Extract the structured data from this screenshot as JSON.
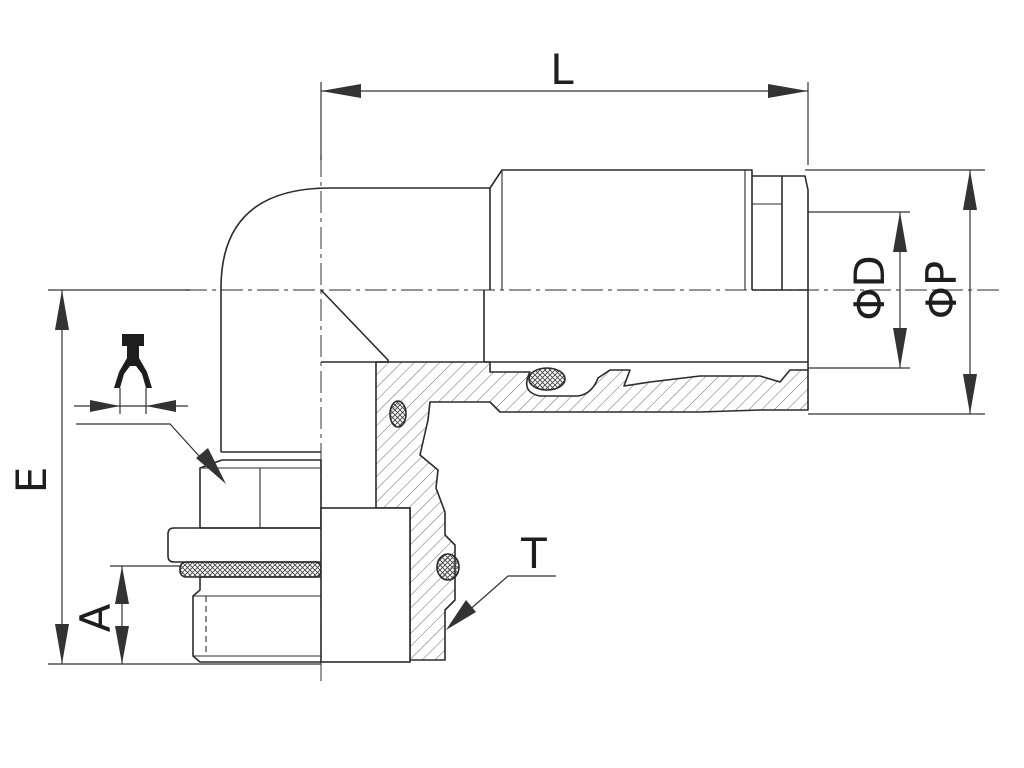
{
  "labels": {
    "length": "L",
    "height": "E",
    "thread_length": "A",
    "thread": "T",
    "inner_diameter": "ΦD",
    "outer_diameter": "ΦP"
  },
  "icons": {
    "wrench": "wrench-icon"
  },
  "colors": {
    "line": "#2b2b2b",
    "background": "#ffffff"
  }
}
